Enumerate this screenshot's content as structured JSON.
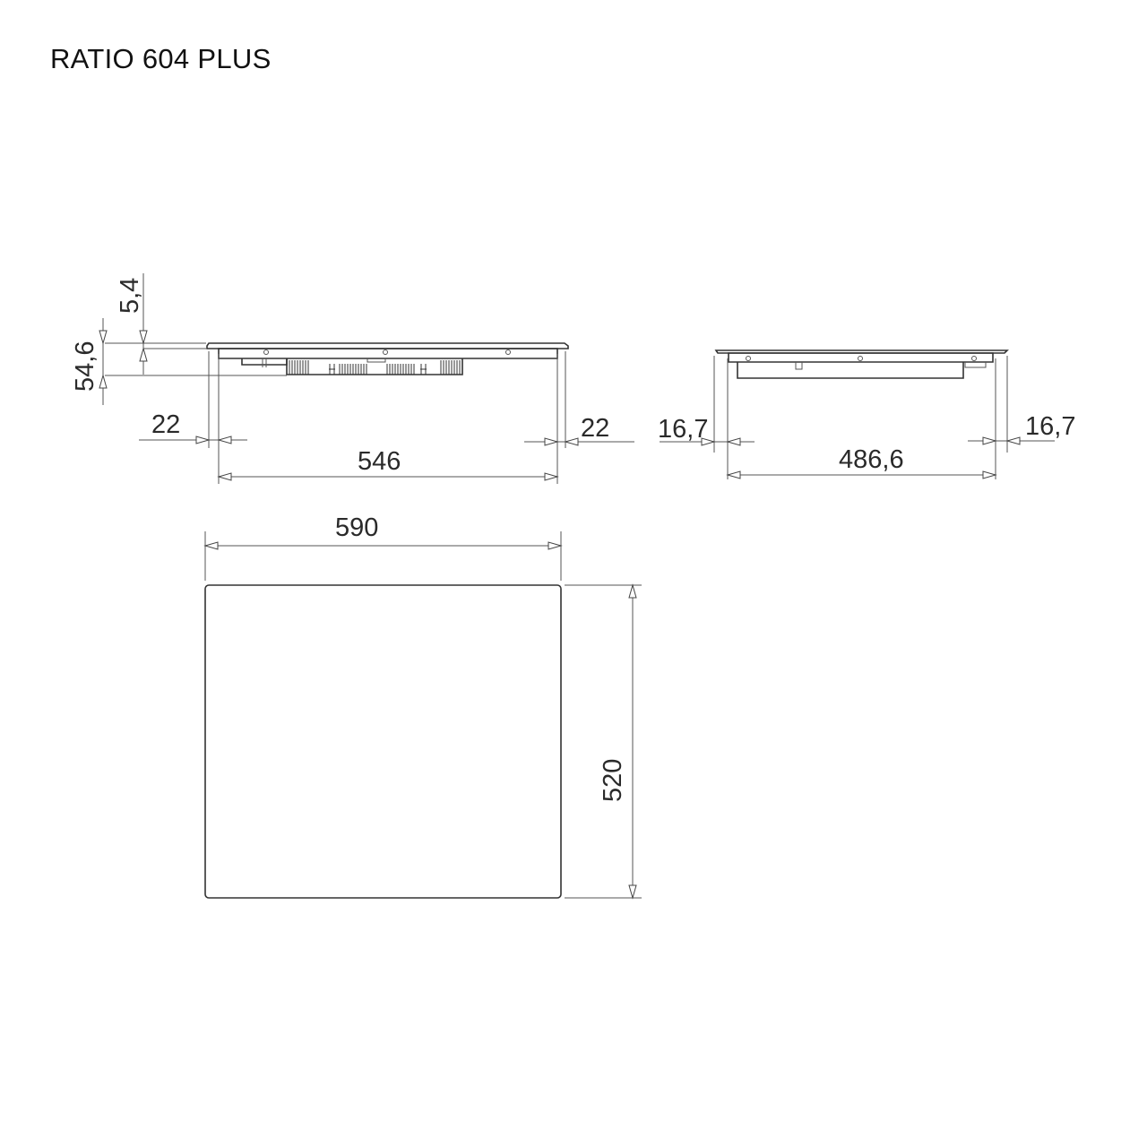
{
  "title": "RATIO 604 PLUS",
  "colors": {
    "line": "#333333",
    "text": "#2a2a2a",
    "background": "#ffffff"
  },
  "front_view": {
    "dimensions": {
      "glass_thickness": "5,4",
      "total_height": "54,6",
      "left_offset": "22",
      "right_offset": "22",
      "body_width": "546"
    }
  },
  "side_view": {
    "dimensions": {
      "left_offset": "16,7",
      "right_offset": "16,7",
      "body_depth": "486,6"
    }
  },
  "top_view": {
    "dimensions": {
      "width": "590",
      "depth": "520"
    }
  }
}
